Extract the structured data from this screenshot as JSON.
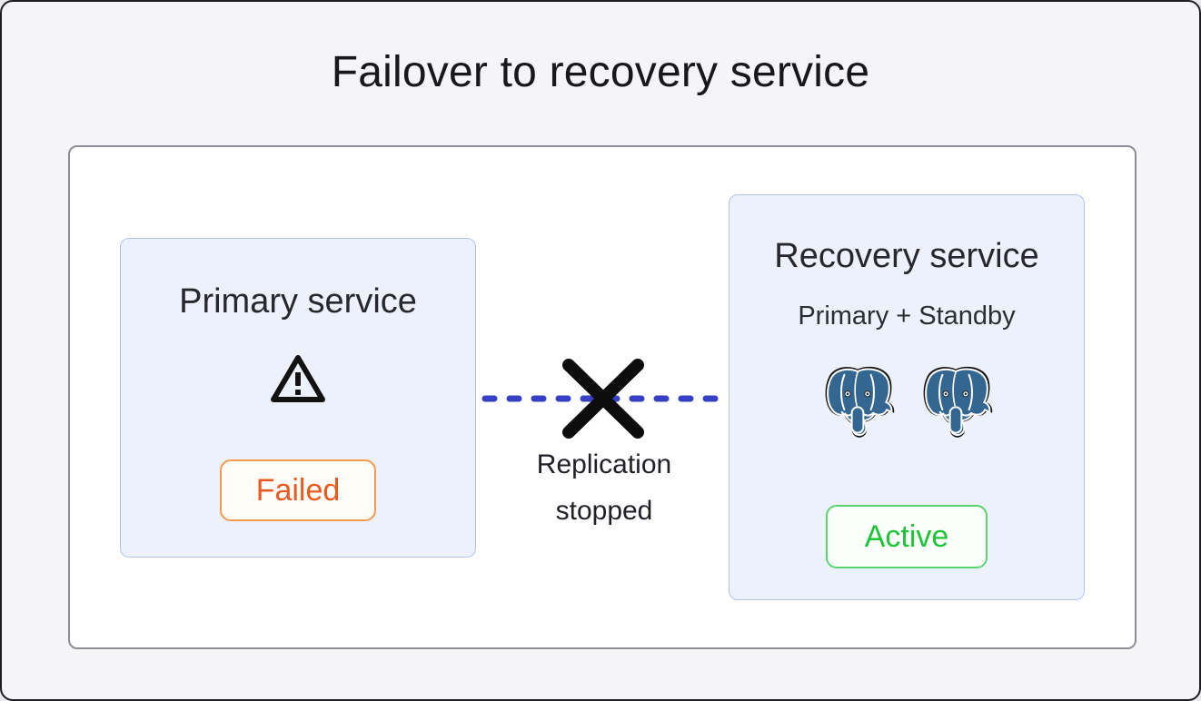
{
  "page": {
    "title": "Failover to recovery service"
  },
  "diagram": {
    "primary": {
      "title": "Primary service",
      "icon": "warning-triangle-icon",
      "status": "Failed"
    },
    "connector": {
      "label": "Replication stopped",
      "icon": "x-cross-icon",
      "style": "dashed-line"
    },
    "recovery": {
      "title": "Recovery service",
      "subtitle": "Primary + Standby",
      "icons": [
        "postgresql-elephant-icon",
        "postgresql-elephant-icon"
      ],
      "status": "Active"
    }
  },
  "colors": {
    "page_background": "#f5f5f7",
    "panel_background": "#ffffff",
    "box_background": "#edf1fc",
    "box_border": "#b5c2ee",
    "failed_text": "#e95a20",
    "failed_border": "#f29a50",
    "active_text": "#1ec437",
    "active_border": "#58d56c",
    "connector_blue": "#3540c4",
    "postgres_blue": "#336791"
  }
}
